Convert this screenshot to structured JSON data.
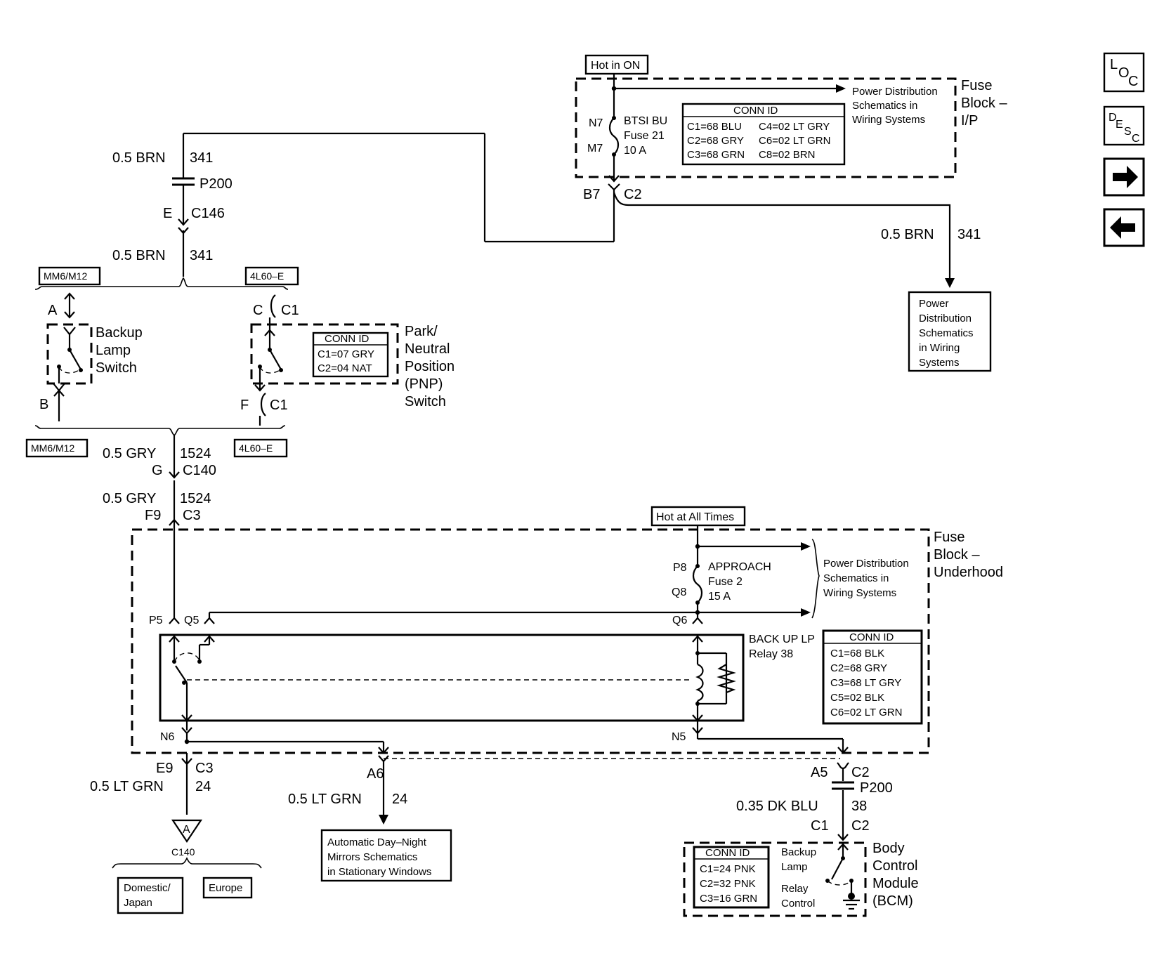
{
  "nav": {
    "loc": {
      "c1": "L",
      "c2": "O",
      "c3": "C"
    },
    "desc": {
      "c1": "D",
      "c2": "E",
      "c3": "S",
      "c4": "C"
    }
  },
  "fuse_ip": {
    "hot_label": "Hot in ON",
    "title": [
      "Fuse",
      "Block –",
      "I/P"
    ],
    "pin_in": "N7",
    "pin_out": "M7",
    "fuse": [
      "BTSI BU",
      "Fuse 21",
      "10 A"
    ],
    "dist_text": [
      "Power Distribution",
      "Schematics in",
      "Wiring Systems"
    ],
    "conn_header": "CONN ID",
    "conn_rows": [
      [
        "C1=68 BLU",
        "C4=02 LT GRY"
      ],
      [
        "C2=68 GRY",
        "C6=02 LT GRN"
      ],
      [
        "C3=68 GRN",
        "C8=02 BRN"
      ]
    ],
    "out_pin": "B7",
    "out_conn": "C2"
  },
  "wire_341": {
    "upper_gauge": "0.5 BRN",
    "upper_circuit": "341",
    "splice": "P200",
    "pin": "E",
    "conn": "C146",
    "lower_gauge": "0.5 BRN",
    "lower_circuit": "341",
    "right_gauge": "0.5 BRN",
    "right_circuit": "341"
  },
  "power_dist_box": [
    "Power",
    "Distribution",
    "Schematics",
    "in Wiring",
    "Systems"
  ],
  "options": {
    "top_left": "MM6/M12",
    "top_right": "4L60–E",
    "bottom_left": "MM6/M12",
    "bottom_right": "4L60–E"
  },
  "backup_switch": {
    "pin_top": "A",
    "pin_bottom": "B",
    "label": [
      "Backup",
      "Lamp",
      "Switch"
    ]
  },
  "pnp_switch": {
    "pin_top": "C",
    "conn_top": "C1",
    "pin_bottom": "F",
    "conn_bottom": "C1",
    "conn_header": "CONN ID",
    "conn_rows": [
      "C1=07 GRY",
      "C2=04 NAT"
    ],
    "label": [
      "Park/",
      "Neutral",
      "Position",
      "(PNP)",
      "Switch"
    ]
  },
  "wire_1524": {
    "gauge_1": "0.5 GRY",
    "circuit_1": "1524",
    "pin_1": "G",
    "conn_1": "C140",
    "gauge_2": "0.5 GRY",
    "circuit_2": "1524",
    "pin_2": "F9",
    "conn_2": "C3"
  },
  "fuse_uh": {
    "hot_label": "Hot at All Times",
    "title": [
      "Fuse",
      "Block –",
      "Underhood"
    ],
    "pin_p8": "P8",
    "pin_q8": "Q8",
    "fuse": [
      "APPROACH",
      "Fuse 2",
      "15 A"
    ],
    "dist_text": [
      "Power Distribution",
      "Schematics in",
      "Wiring Systems"
    ],
    "pin_p5": "P5",
    "pin_q5": "Q5",
    "pin_q6": "Q6",
    "pin_n6": "N6",
    "pin_n5": "N5",
    "relay": [
      "BACK UP LP",
      "Relay 38"
    ],
    "conn_header": "CONN ID",
    "conn_rows": [
      "C1=68 BLK",
      "C2=68 GRY",
      "C3=68 LT GRY",
      "C5=02 BLK",
      "C6=02 LT GRN"
    ]
  },
  "wire_24": {
    "pin_left": "E9",
    "conn_left": "C3",
    "gauge_left": "0.5 LT GRN",
    "circuit_left": "24",
    "pin_mid": "A6",
    "gauge_mid": "0.5 LT GRN",
    "circuit_mid": "24",
    "triangle_letter": "A",
    "triangle_conn": "C140",
    "domestic": [
      "Domestic/",
      "Japan"
    ],
    "europe": "Europe",
    "mirrors_box": [
      "Automatic Day–Night",
      "Mirrors Schematics",
      "in Stationary Windows"
    ]
  },
  "bcm": {
    "pin_top": "A5",
    "conn_top": "C2",
    "splice": "P200",
    "gauge": "0.35 DK BLU",
    "circuit": "38",
    "pin_bottom": "C1",
    "conn_bottom": "C2",
    "conn_header": "CONN ID",
    "conn_rows": [
      "C1=24 PNK",
      "C2=32 PNK",
      "C3=16 GRN"
    ],
    "switch_label_1": [
      "Backup",
      "Lamp"
    ],
    "switch_label_2": [
      "Relay",
      "Control"
    ],
    "title": [
      "Body",
      "Control",
      "Module",
      "(BCM)"
    ]
  }
}
